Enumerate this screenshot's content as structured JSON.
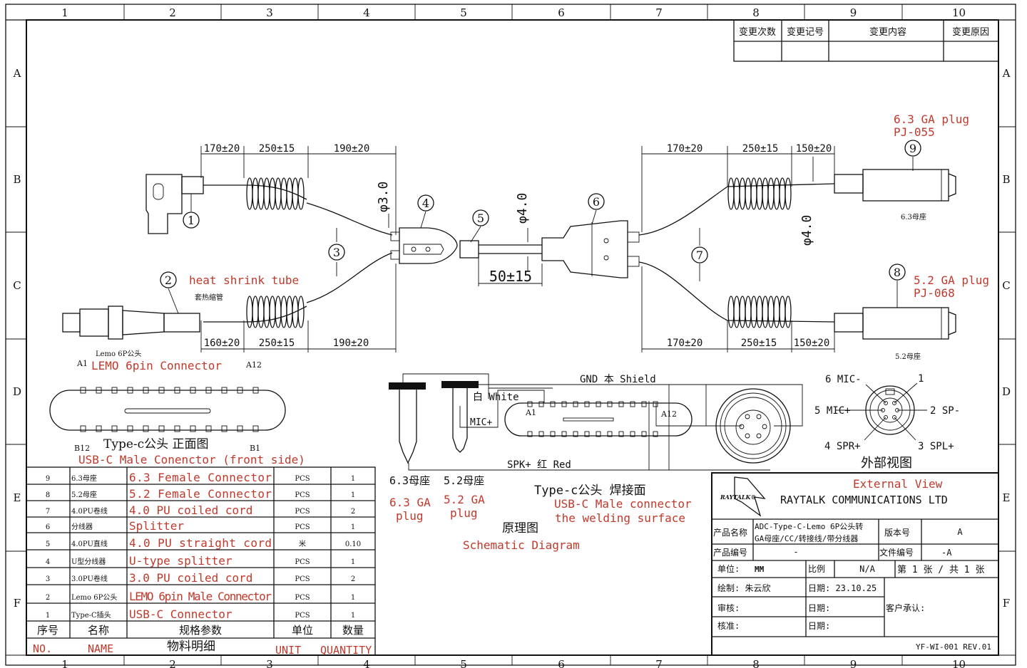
{
  "frame": {
    "zone_numbers": [
      "1",
      "2",
      "3",
      "4",
      "5",
      "6",
      "7",
      "8",
      "9",
      "10"
    ],
    "zone_letters": [
      "A",
      "B",
      "C",
      "D",
      "E",
      "F"
    ]
  },
  "revision_table": {
    "headers": [
      "变更次数",
      "变更记号",
      "变更内容",
      "变更原因"
    ]
  },
  "dimensions": {
    "top_left": [
      "170±20",
      "250±15",
      "190±20"
    ],
    "bottom_left": [
      "160±20",
      "250±15",
      "190±20"
    ],
    "top_right": [
      "170±20",
      "250±15",
      "150±20"
    ],
    "bottom_right": [
      "170±20",
      "250±15",
      "150±20"
    ],
    "dia_30": "φ3.0",
    "dia_40_a": "φ4.0",
    "dia_40_b": "φ4.0",
    "straight_len": "50±15"
  },
  "balloons": [
    "1",
    "2",
    "3",
    "4",
    "5",
    "6",
    "7",
    "8",
    "9"
  ],
  "labels": {
    "heat_shrink": "heat shrink tube",
    "heat_shrink_cn": "套热缩管",
    "plug63": "6.3 GA plug",
    "plug63_pn": "PJ-055",
    "plug63_cn": "6.3母座",
    "plug52": "5.2 GA plug",
    "plug52_pn": "PJ-068",
    "plug52_cn": "5.2母座"
  },
  "lemo_view": {
    "title_cn": "Lemo 6P公头",
    "title_en": "LEMO 6pin Connector",
    "a1": "A1",
    "a12": "A12",
    "b12": "B12",
    "b1": "B1",
    "typec_cn": "Type-c公头 正面图",
    "typec_en": "USB-C Male Conenctor (front side)"
  },
  "schematic": {
    "gnd": "GND 本 Shield",
    "white": "白 White",
    "mic_plus": "MIC+",
    "a1": "A1",
    "a12": "A12",
    "spk": "SPK+ 红 Red",
    "jack63_cn": "6.3母座",
    "jack52_cn": "5.2母座",
    "jack63_en1": "6.3 GA",
    "jack63_en2": "plug",
    "jack52_en1": "5.2 GA",
    "jack52_en2": "plug",
    "weld_cn": "Type-c公头 焊接面",
    "weld_en1": "USB-C Male connector",
    "weld_en2": "the welding surface",
    "title_cn": "原理图",
    "title_en": "Schematic Diagram"
  },
  "pinout": {
    "p6": "6 MIC-",
    "p1": "1",
    "p5": "5 MIC+",
    "p2": "2 SP-",
    "p4": "4 SPR+",
    "p3": "3 SPL+",
    "title": "外部视图"
  },
  "bom": {
    "rows": [
      {
        "no": "9",
        "name": "6.3母座",
        "spec": "6.3 Female Connector",
        "unit": "PCS",
        "qty": "1"
      },
      {
        "no": "8",
        "name": "5.2母座",
        "spec": "5.2 Female Connector",
        "unit": "PCS",
        "qty": "1"
      },
      {
        "no": "7",
        "name": "4.0PU卷线",
        "spec": "4.0 PU coiled cord",
        "unit": "PCS",
        "qty": "2"
      },
      {
        "no": "6",
        "name": "分线器",
        "spec": "Splitter",
        "unit": "PCS",
        "qty": "1"
      },
      {
        "no": "5",
        "name": "4.0PU直线",
        "spec": "4.0 PU straight cord",
        "unit": "米",
        "qty": "0.10"
      },
      {
        "no": "4",
        "name": "U型分线器",
        "spec": "U-type splitter",
        "unit": "PCS",
        "qty": "1"
      },
      {
        "no": "3",
        "name": "3.0PU卷线",
        "spec": "3.0 PU coiled cord",
        "unit": "PCS",
        "qty": "2"
      },
      {
        "no": "2",
        "name": "Lemo 6P公头",
        "spec": "LEMO 6pin Male Connector",
        "unit": "PCS",
        "qty": "1"
      },
      {
        "no": "1",
        "name": "Type-C插头",
        "spec": "USB-C Connector",
        "unit": "PCS",
        "qty": "1"
      }
    ],
    "header_cn": [
      "序号",
      "名称",
      "规格参数",
      "单位",
      "数量"
    ],
    "footer": {
      "no": "NO.",
      "name": "NAME",
      "title": "物料明细",
      "unit": "UNIT",
      "qty": "QUANTITY"
    }
  },
  "title_block": {
    "logo_text": "RAYTALK",
    "view": "External View",
    "company": "RAYTALK COMMUNICATIONS LTD",
    "product_name_label": "产品名称",
    "product_name_1": "ADC-Type-C-Lemo 6P公头转",
    "product_name_2": "GA母座/CC/转接线/带分线器",
    "version_label": "版本号",
    "version": "A",
    "product_no_label": "产品编号",
    "product_no": "-",
    "file_no_label": "文件编号",
    "file_no": "-A",
    "unit_label": "单位:",
    "unit": "MM",
    "scale_label": "比例",
    "scale": "N/A",
    "sheet": "第 1 张 / 共 1 张",
    "drawn": "绘制: 朱云欣",
    "date1": "日期: 23.10.25",
    "check": "审核:",
    "date2": "日期:",
    "approve": "核准:",
    "date3": "日期:",
    "customer": "客户承认:",
    "doc_code": "YF-WI-001 REV.01"
  },
  "colors": {
    "ink": "#111111",
    "red": "#c0392b"
  }
}
